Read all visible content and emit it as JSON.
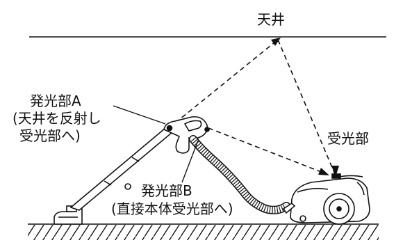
{
  "labels": {
    "ceiling": "天井",
    "emitter_a_title": "発光部A",
    "emitter_a_line1": "(天井を反射し",
    "emitter_a_line2": "受光部へ)",
    "receiver": "受光部",
    "emitter_b_title": "発光部B",
    "emitter_b_line1": "(直接本体受光部へ)"
  },
  "colors": {
    "ink": "#111111",
    "background": "#ffffff"
  }
}
